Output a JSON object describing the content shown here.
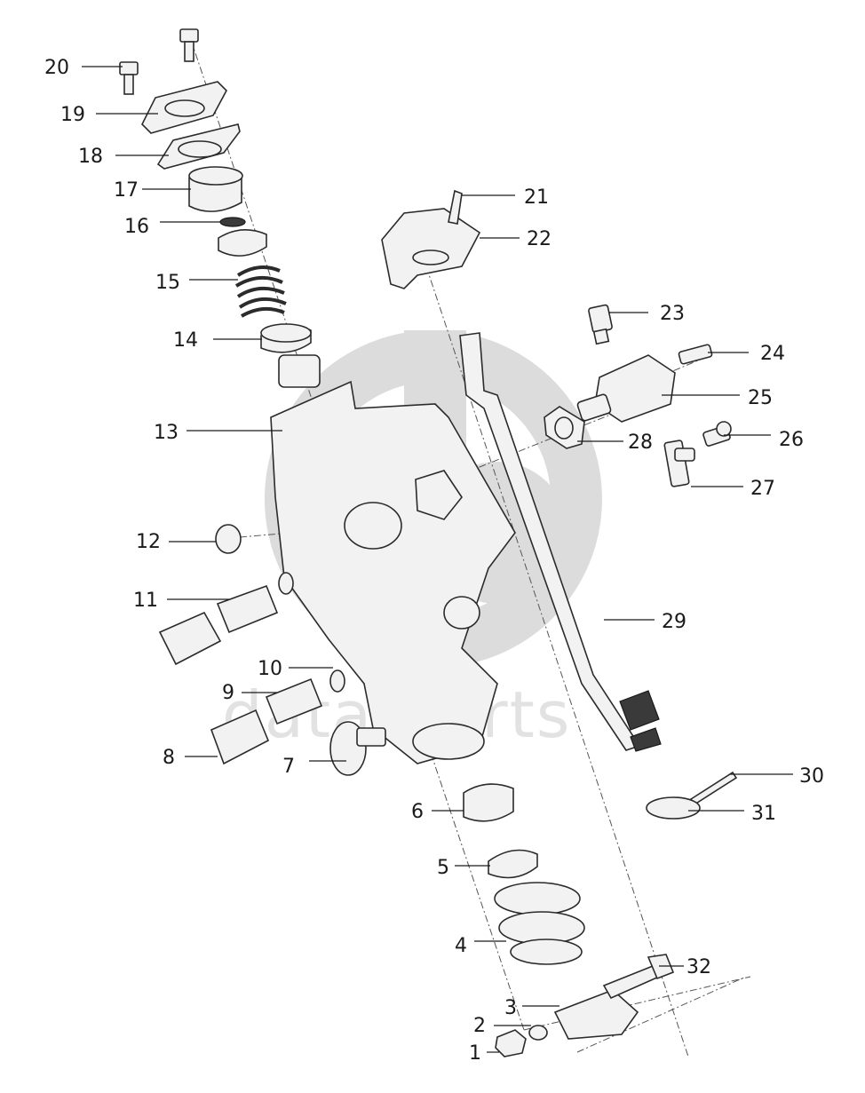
{
  "watermark": {
    "text": "data-parts"
  },
  "callouts": [
    {
      "id": "20",
      "label": "20"
    },
    {
      "id": "19",
      "label": "19"
    },
    {
      "id": "18",
      "label": "18"
    },
    {
      "id": "17",
      "label": "17"
    },
    {
      "id": "16",
      "label": "16"
    },
    {
      "id": "15",
      "label": "15"
    },
    {
      "id": "14",
      "label": "14"
    },
    {
      "id": "13",
      "label": "13"
    },
    {
      "id": "12",
      "label": "12"
    },
    {
      "id": "11",
      "label": "11"
    },
    {
      "id": "10",
      "label": "10"
    },
    {
      "id": "9",
      "label": "9"
    },
    {
      "id": "8",
      "label": "8"
    },
    {
      "id": "7",
      "label": "7"
    },
    {
      "id": "6",
      "label": "6"
    },
    {
      "id": "5",
      "label": "5"
    },
    {
      "id": "4",
      "label": "4"
    },
    {
      "id": "3",
      "label": "3"
    },
    {
      "id": "2",
      "label": "2"
    },
    {
      "id": "1",
      "label": "1"
    },
    {
      "id": "21",
      "label": "21"
    },
    {
      "id": "22",
      "label": "22"
    },
    {
      "id": "23",
      "label": "23"
    },
    {
      "id": "24",
      "label": "24"
    },
    {
      "id": "25",
      "label": "25"
    },
    {
      "id": "26",
      "label": "26"
    },
    {
      "id": "27",
      "label": "27"
    },
    {
      "id": "28",
      "label": "28"
    },
    {
      "id": "29",
      "label": "29"
    },
    {
      "id": "30",
      "label": "30"
    },
    {
      "id": "31",
      "label": "31"
    },
    {
      "id": "32",
      "label": "32"
    }
  ]
}
